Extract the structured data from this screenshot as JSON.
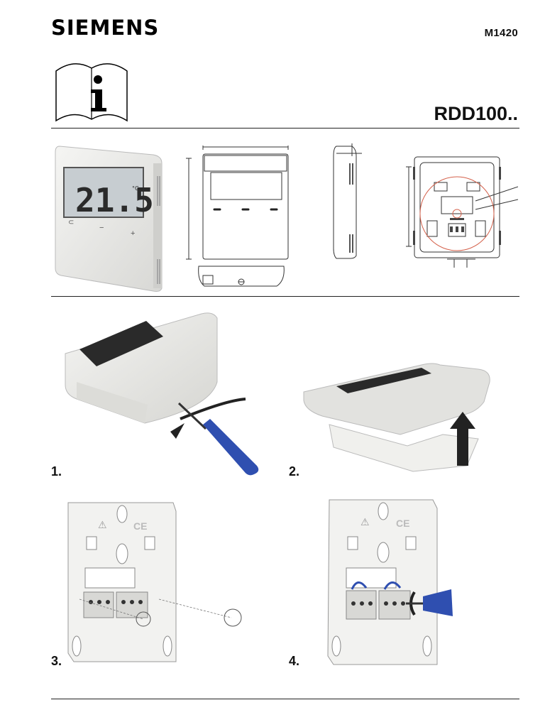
{
  "header": {
    "brand": "SIEMENS",
    "doc_number": "M1420",
    "model": "RDD100..",
    "info_icon": "manual-info-icon"
  },
  "thermostat_display": {
    "temperature": "21.5",
    "unit": "°C",
    "buttons": [
      "⊂",
      "−",
      "+"
    ]
  },
  "steps": [
    {
      "number": "1."
    },
    {
      "number": "2."
    },
    {
      "number": "3."
    },
    {
      "number": "4."
    }
  ],
  "plate_marks": {
    "warning": "⚠",
    "ce": "CE"
  },
  "colors": {
    "screwdriver": "#2f4fb0",
    "lcd": "#c7cdd1",
    "device": "#ececea",
    "drawing_accent": "#d4604a"
  }
}
